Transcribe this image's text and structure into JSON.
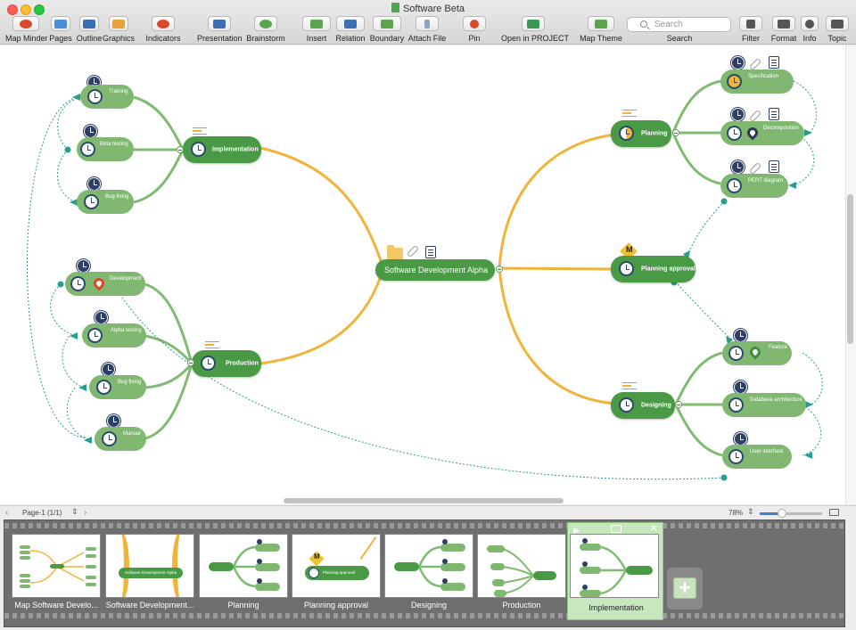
{
  "window": {
    "title": "Software Beta"
  },
  "toolbar": {
    "items": [
      {
        "label": "Map Minder",
        "icon": "map-minder-icon"
      },
      {
        "label": "Pages",
        "icon": "pages-icon"
      },
      {
        "label": "Outline",
        "icon": "outline-icon"
      },
      {
        "label": "Graphics",
        "icon": "graphics-icon"
      },
      {
        "label": "Indicators",
        "icon": "indicators-icon"
      },
      {
        "label": "Presentation",
        "icon": "presentation-icon"
      },
      {
        "label": "Brainstorm",
        "icon": "brainstorm-icon"
      },
      {
        "label": "Insert",
        "icon": "insert-icon"
      },
      {
        "label": "Relation",
        "icon": "relation-icon"
      },
      {
        "label": "Boundary",
        "icon": "boundary-icon"
      },
      {
        "label": "Attach File",
        "icon": "attach-file-icon"
      },
      {
        "label": "Pin",
        "icon": "pin-icon"
      },
      {
        "label": "Open in PROJECT",
        "icon": "open-in-project-icon"
      },
      {
        "label": "Map Theme",
        "icon": "map-theme-icon"
      },
      {
        "label": "Filter",
        "icon": "filter-icon"
      },
      {
        "label": "Format",
        "icon": "format-icon"
      },
      {
        "label": "Info",
        "icon": "info-icon"
      },
      {
        "label": "Topic",
        "icon": "topic-icon"
      }
    ],
    "search": {
      "placeholder": "Search",
      "label": "Search"
    }
  },
  "map": {
    "central": "Software Development Alpha",
    "main_topics": {
      "implementation": "Implementation",
      "production": "Production",
      "planning": "Planning",
      "planning_approval": "Planning approval",
      "designing": "Designing"
    },
    "subtopics": {
      "training": "Training",
      "beta_testing": "Beta testing",
      "bug_fixing_1": "Bug fixing",
      "development": "Development",
      "alpha_testing": "Alpha testing",
      "bug_fixing_2": "Bug fixing",
      "manual": "Manual",
      "specification": "Specification",
      "decomposition": "Decomposition",
      "pert_diagram": "PERT diagram",
      "feature": "Feature",
      "database_architecture": "Database architecture",
      "user_interface": "User interface"
    },
    "milestone_letter": "M"
  },
  "status": {
    "page": "Page-1 (1/1)",
    "zoom": "78%",
    "zoom_level": 0.35
  },
  "slides": {
    "items": [
      "Map Software Develo...",
      "Software Development...",
      "Planning",
      "Planning approval",
      "Designing",
      "Production",
      "Implementation"
    ],
    "thumb_texts": {
      "central": "Software Development Alpha",
      "approval": "Planning approval"
    },
    "add_label": "+"
  },
  "colors": {
    "branch": "#f0b43a",
    "topic": "#4a9a45",
    "subtopic": "#80b872",
    "relation": "#2a9d8f"
  }
}
